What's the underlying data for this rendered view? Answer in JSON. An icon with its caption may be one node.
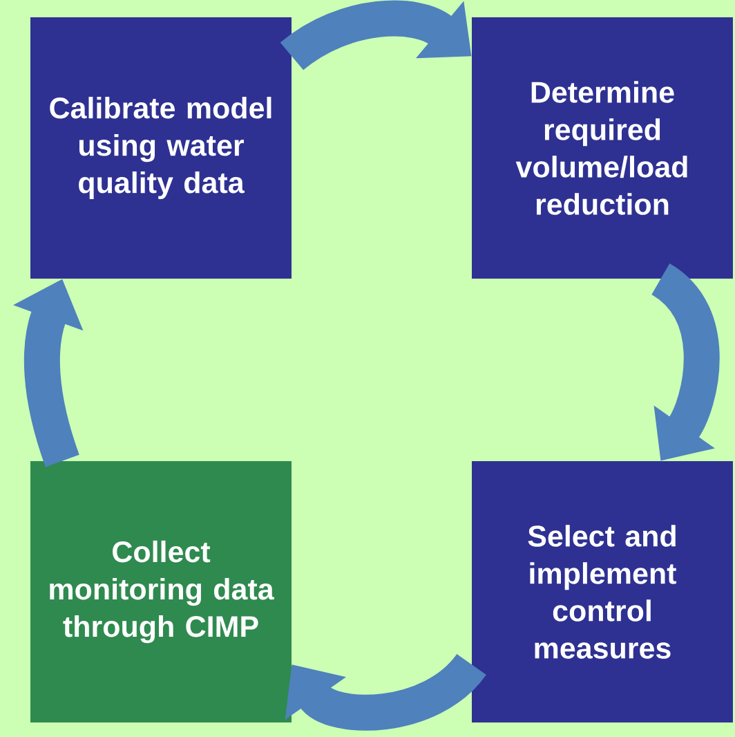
{
  "diagram": {
    "nodes": [
      {
        "text": [
          "Calibrate model using water quality data"
        ]
      },
      {
        "text": [
          "Determine required volume/load reduction"
        ]
      },
      {
        "text": [
          "Collect monitoring data through CIMP"
        ]
      },
      {
        "text": [
          "Select and implement control measures"
        ]
      }
    ],
    "edges": [
      {
        "from": 0,
        "to": 1,
        "arrow": "to"
      },
      {
        "from": 1,
        "to": 3,
        "arrow": "to"
      },
      {
        "from": 3,
        "to": 2,
        "arrow": "to"
      },
      {
        "from": 2,
        "to": 0,
        "arrow": "to"
      }
    ]
  }
}
